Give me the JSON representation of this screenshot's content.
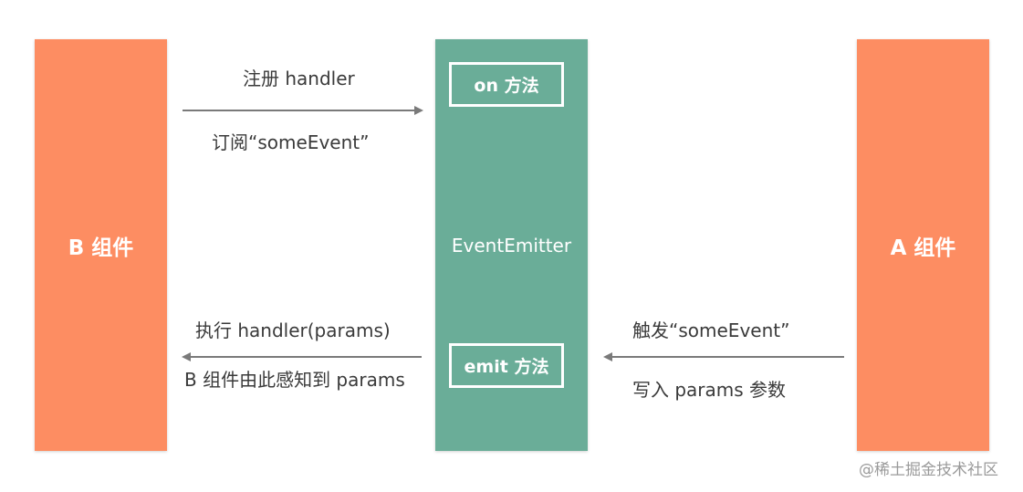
{
  "colors": {
    "component": "#fd8d62",
    "emitter": "#6aad98",
    "arrow": "#7a7a7a",
    "text": "#3a3a3a",
    "watermark": "#9a9a9a"
  },
  "left_component": {
    "label": "B 组件"
  },
  "right_component": {
    "label": "A 组件"
  },
  "emitter": {
    "label": "EventEmitter",
    "on_method": "on 方法",
    "emit_method": "emit 方法"
  },
  "arrows": {
    "subscribe": {
      "direction": "right",
      "label_top": "注册 handler",
      "label_bottom": "订阅“someEvent”"
    },
    "execute": {
      "direction": "left",
      "label_top": "执行 handler(params)",
      "label_bottom": "B 组件由此感知到 params"
    },
    "trigger": {
      "direction": "left",
      "label_top": "触发“someEvent”",
      "label_bottom": "写入 params 参数"
    }
  },
  "watermark": "@稀土掘金技术社区"
}
